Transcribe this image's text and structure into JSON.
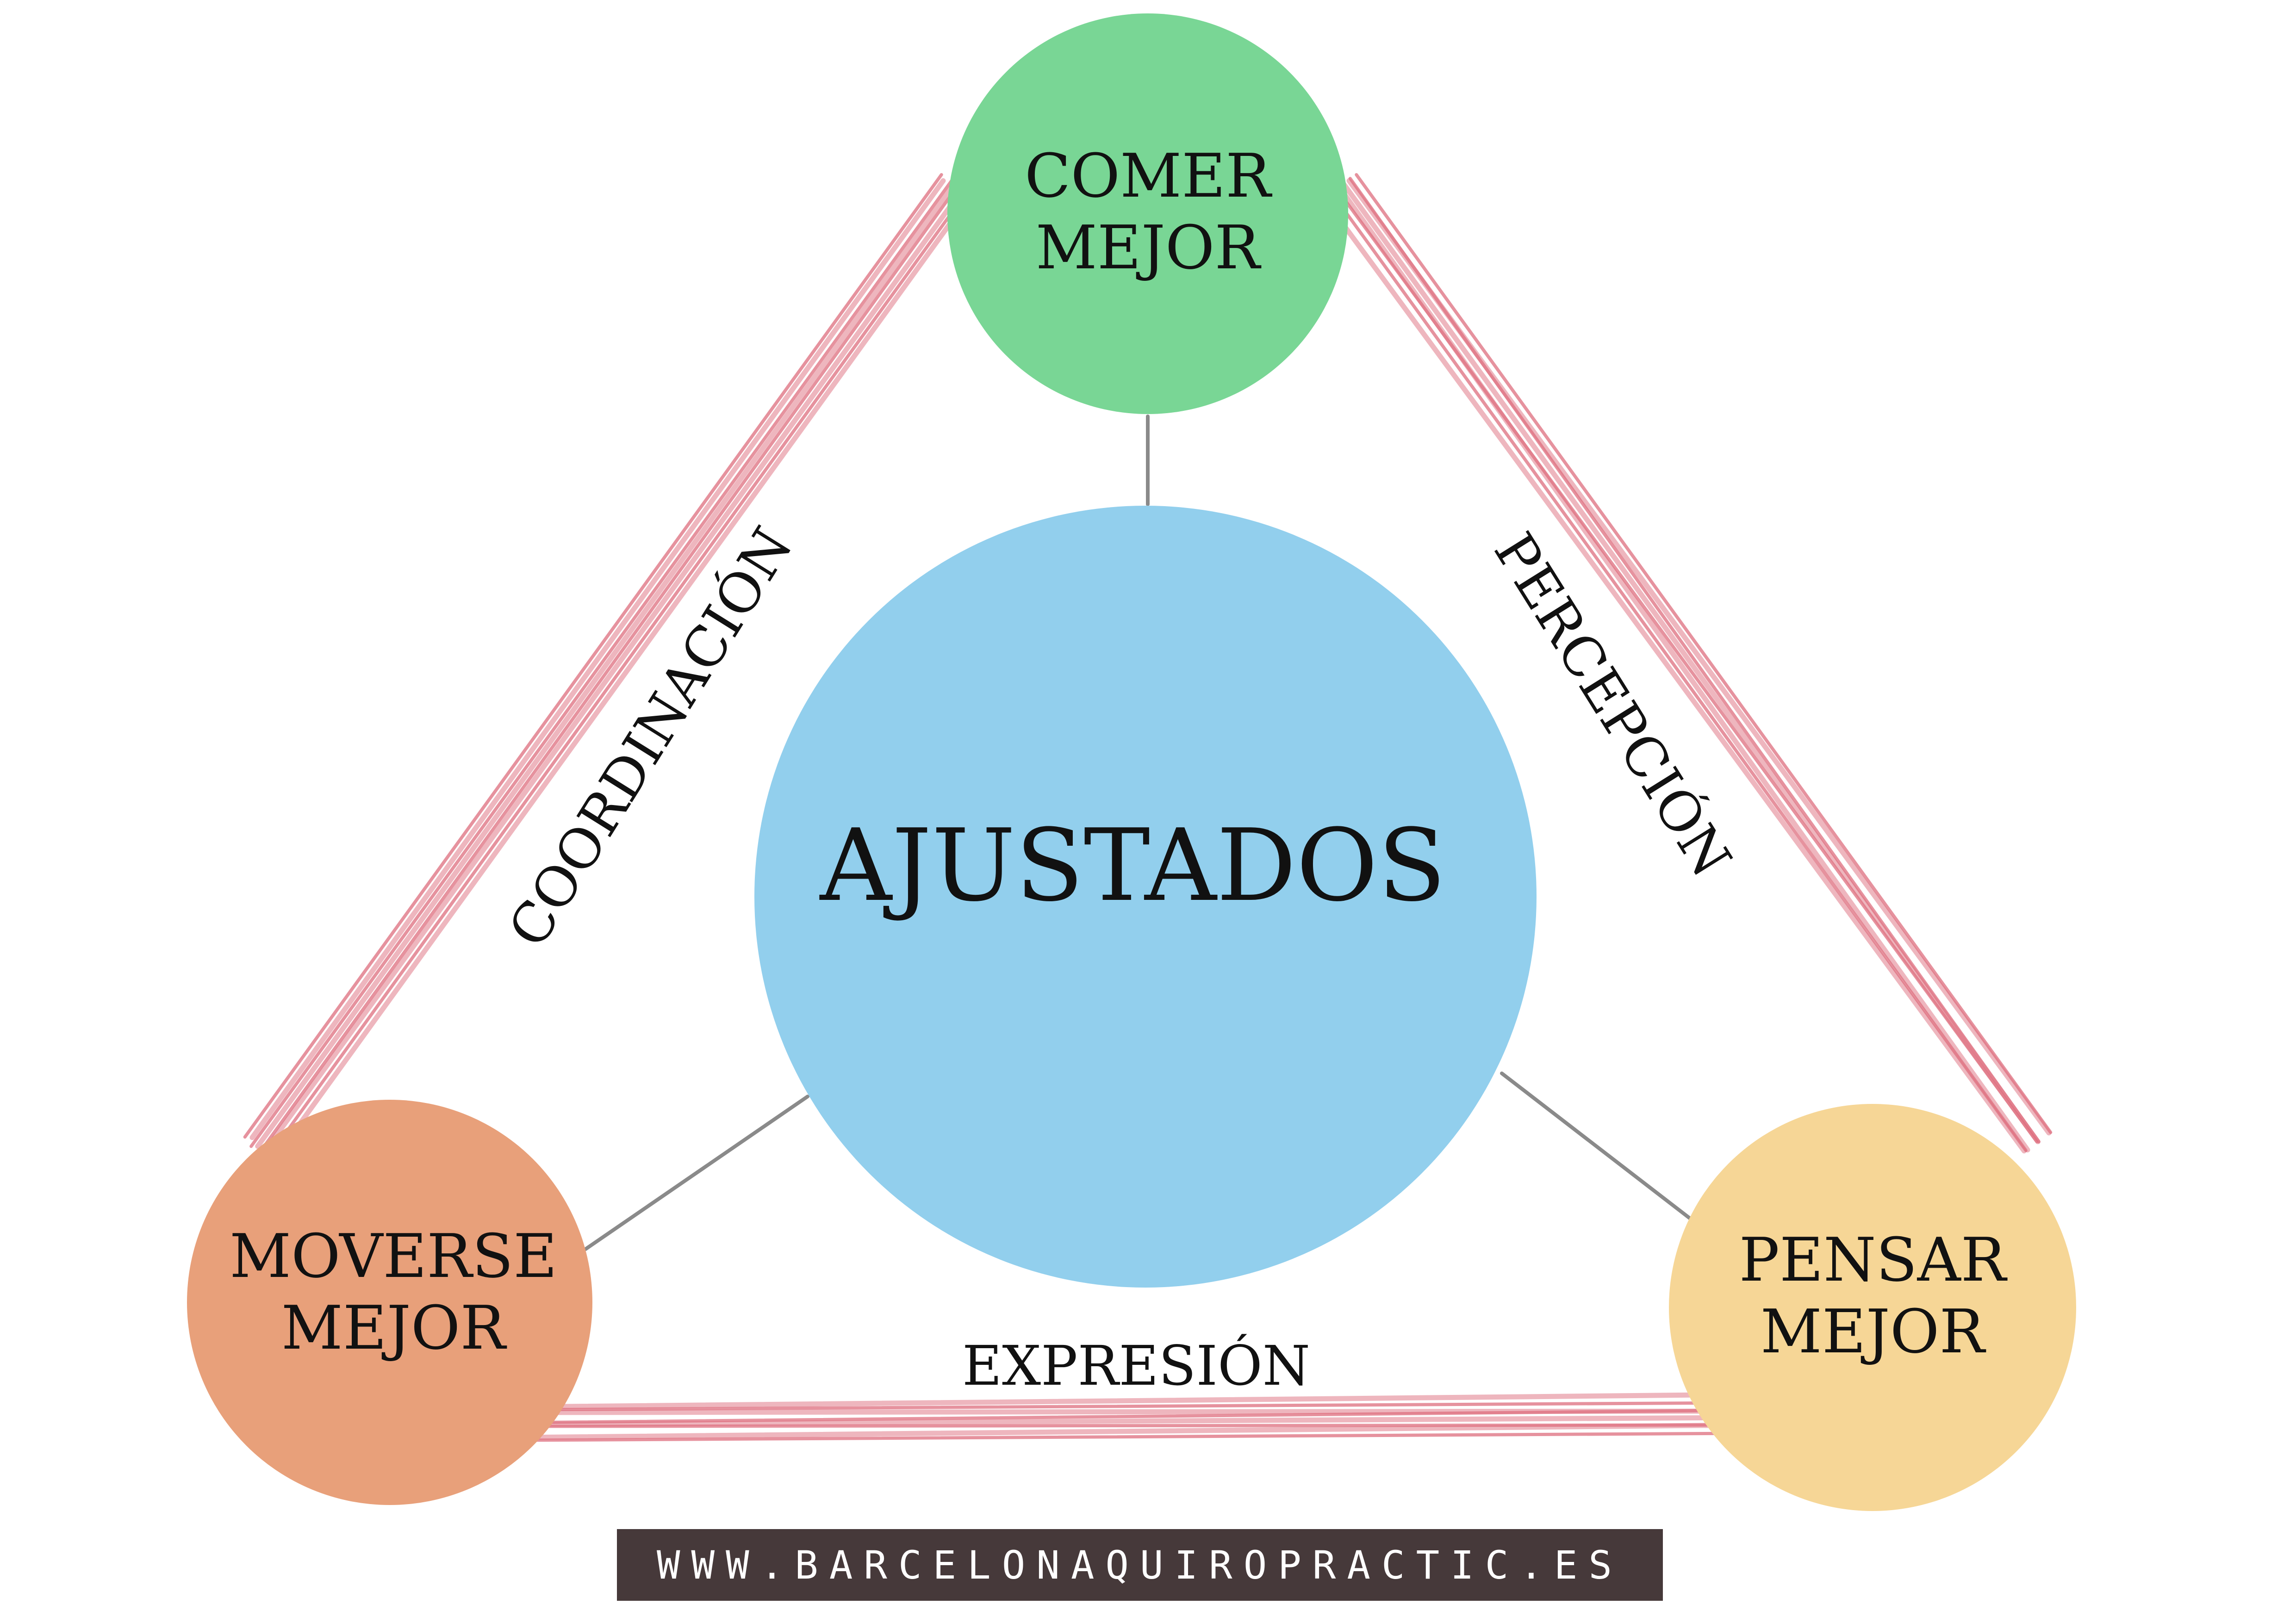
{
  "colors": {
    "center": "#92cfed",
    "top": "#79d695",
    "left": "#e8a07a",
    "right": "#f6d696",
    "sketch_line": "#de6e7e",
    "connector": "#8a8a8a",
    "url_background": "#46393a",
    "url_text": "#ffffff"
  },
  "nodes": {
    "center": {
      "lines": [
        "AJUSTADOS"
      ]
    },
    "top": {
      "lines": [
        "COMER",
        "MEJOR"
      ]
    },
    "left": {
      "lines": [
        "MOVERSE",
        "MEJOR"
      ]
    },
    "right": {
      "lines": [
        "PENSAR",
        "MEJOR"
      ]
    }
  },
  "edges": {
    "left": "COORDINACIÓN",
    "right": "PERCEPCIÓN",
    "bottom": "EXPRESIÓN"
  },
  "footer": {
    "url": "WWW.BARCELONAQUIROPRACTIC.ES"
  }
}
